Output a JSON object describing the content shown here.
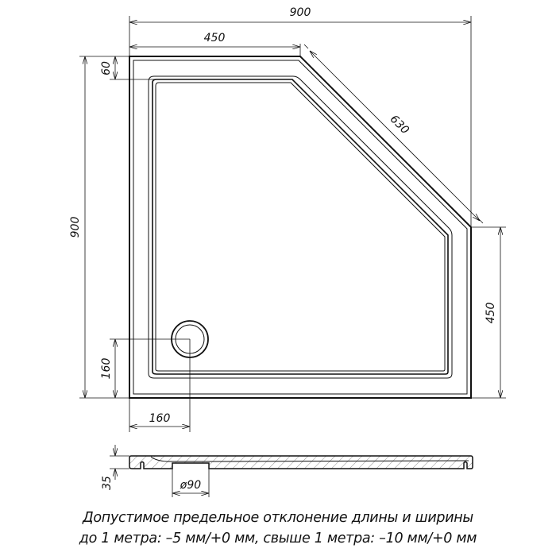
{
  "dimensions": {
    "total_width": "900",
    "total_depth": "900",
    "straight_side_top": "450",
    "straight_side_right": "450",
    "diagonal": "630",
    "rim_width": "60",
    "drain_offset_y": "160",
    "drain_offset_x": "160",
    "height": "35",
    "drain_diameter": "ø90"
  },
  "note": {
    "line1": "Допустимое предельное отклонение длины и ширины",
    "line2": "до 1 метра: –5 мм/+0 мм, свыше 1 метра: –10 мм/+0 мм"
  },
  "colors": {
    "line": "#111111",
    "background": "#ffffff"
  }
}
